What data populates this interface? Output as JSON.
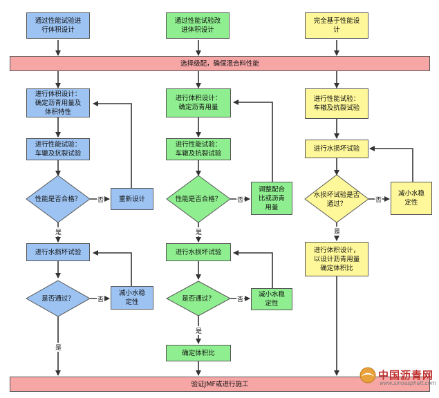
{
  "columns": {
    "blue": {
      "start": "通过性能试验进\n行体积设计",
      "volume_design": "进行体积设计：\n确定沥青用量及\n体积特性",
      "perf_test": "进行性能试验：\n车辙及抗裂试验",
      "perf_decision": "性能是否合格？",
      "redesign": "重新设计",
      "moisture_test": "进行水损坏试验",
      "pass_decision": "是否通过？",
      "reduce_moisture": "减小水稳\n定性"
    },
    "green": {
      "start": "通过性能试验改\n进体积设计",
      "volume_design": "进行体积设计：\n确定沥青用量",
      "perf_test": "进行性能试验：\n车辙及抗裂试验",
      "perf_decision": "性能是否合格？",
      "adjust": "调整配合\n比或沥青\n用量",
      "moisture_test": "进行水损坏试验",
      "pass_decision": "是否通过？",
      "reduce_moisture": "减小水稳\n定性",
      "determine_volume": "确定体积比"
    },
    "yellow": {
      "start": "完全基于性能设\n计",
      "perf_test": "进行性能试验：\n车辙及抗裂试验",
      "moisture_test": "进行水损坏试验",
      "moisture_decision": "水损坏试验是否\n通过？",
      "reduce_moisture": "减小水稳\n定性",
      "volume_design": "进行体积设计，\n以设计沥青用量\n确定体积比"
    }
  },
  "top_bar": "选择级配，确保混合料性能",
  "bottom_bar": "验证JMF或进行施工",
  "labels": {
    "no": "否",
    "yes": "是"
  },
  "watermark": {
    "name": "中国沥青网",
    "url": "www.sinoasphalt.com"
  },
  "colors": {
    "blue": "#9dc3f2",
    "green": "#8fee8f",
    "yellow": "#fff89a",
    "pink": "#f7a6a6"
  }
}
